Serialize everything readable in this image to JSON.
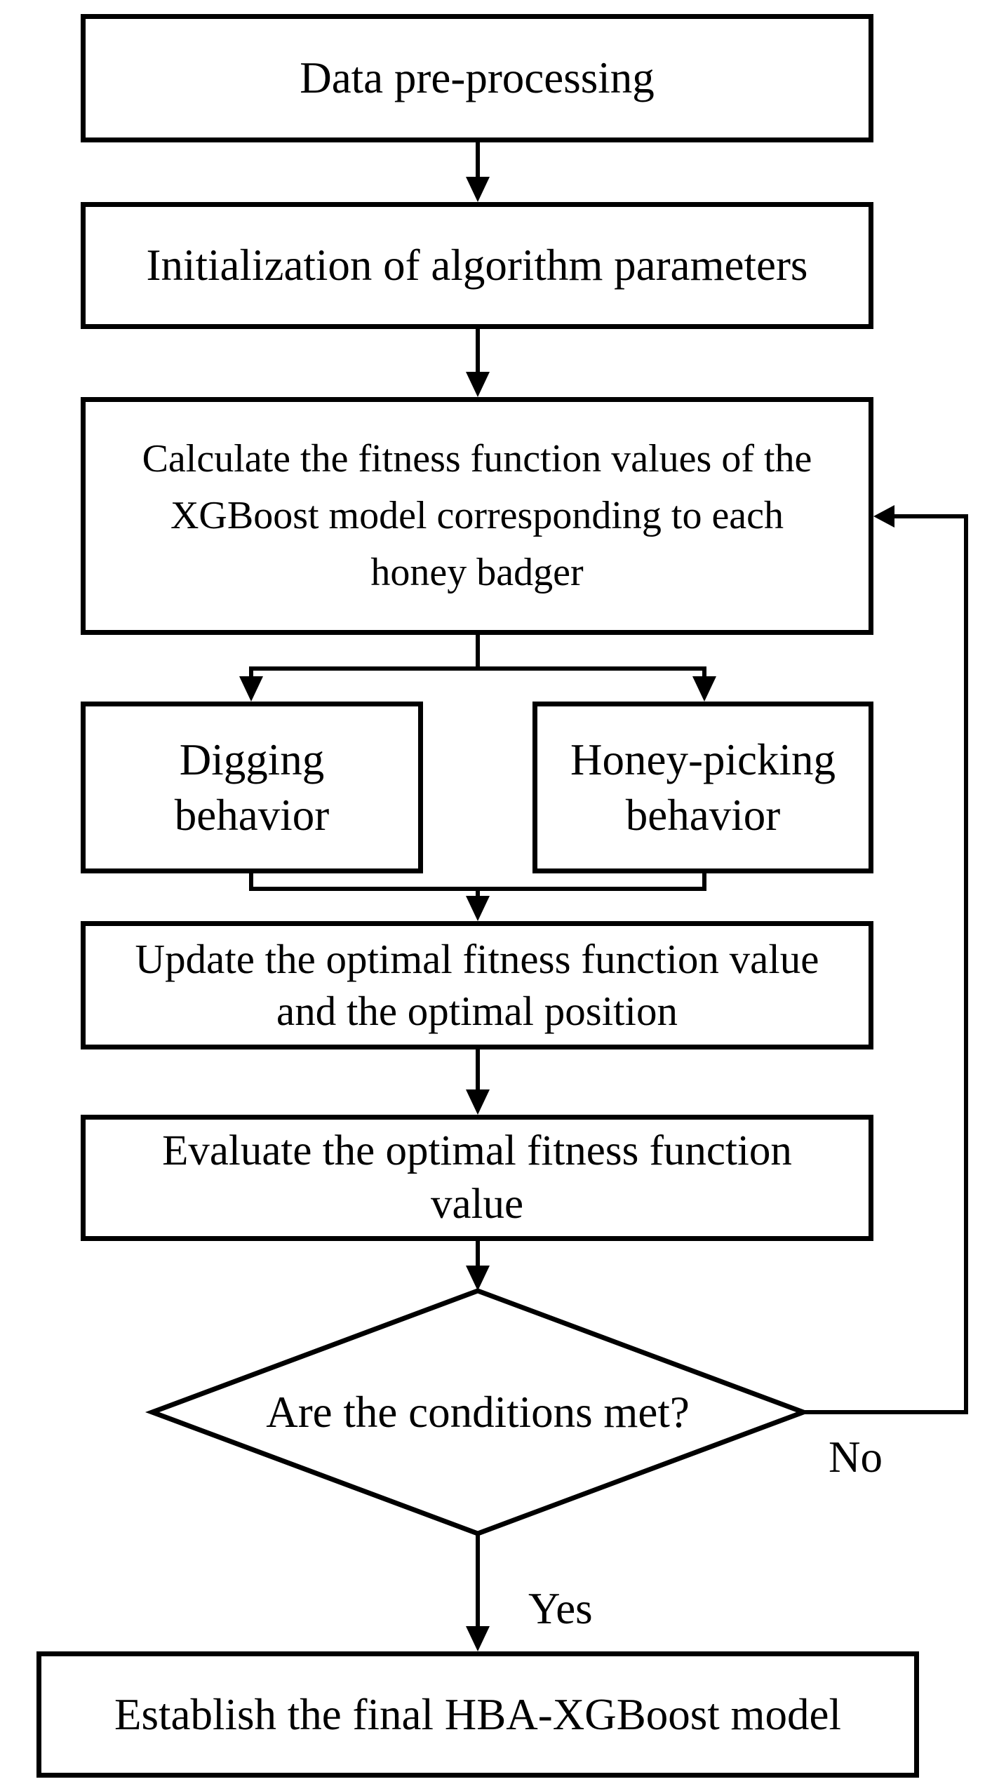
{
  "flowchart": {
    "colors": {
      "background": "#ffffff",
      "line": "#000000",
      "node_fill": "#ffffff",
      "text": "#000000"
    },
    "nodes": {
      "preprocess": {
        "label": "Data pre-processing",
        "lines": [
          "Data pre-processing"
        ]
      },
      "init_params": {
        "label": "Initialization of algorithm parameters",
        "lines": [
          "Initialization of algorithm parameters"
        ]
      },
      "calc_fitness": {
        "label": "Calculate the fitness function values of the XGBoost model corresponding to each honey badger",
        "lines": [
          "Calculate the fitness function values of the",
          "XGBoost model corresponding to each",
          "honey badger"
        ]
      },
      "digging": {
        "label": "Digging behavior",
        "lines": [
          "Digging",
          "behavior"
        ]
      },
      "honey_picking": {
        "label": "Honey-picking behavior",
        "lines": [
          "Honey-picking",
          "behavior"
        ]
      },
      "update_optimal": {
        "label": "Update the optimal fitness function value and the optimal position",
        "lines": [
          "Update the optimal fitness function value",
          "and the optimal position"
        ]
      },
      "evaluate": {
        "label": "Evaluate the optimal fitness function value",
        "lines": [
          "Evaluate the optimal fitness function",
          "value"
        ]
      },
      "decision": {
        "label": "Are the conditions met?",
        "lines": [
          "Are the conditions met?"
        ]
      },
      "final_model": {
        "label": "Establish the final HBA-XGBoost model",
        "lines": [
          "Establish the final HBA-XGBoost model"
        ]
      }
    },
    "edge_labels": {
      "no": "No",
      "yes": "Yes"
    }
  }
}
